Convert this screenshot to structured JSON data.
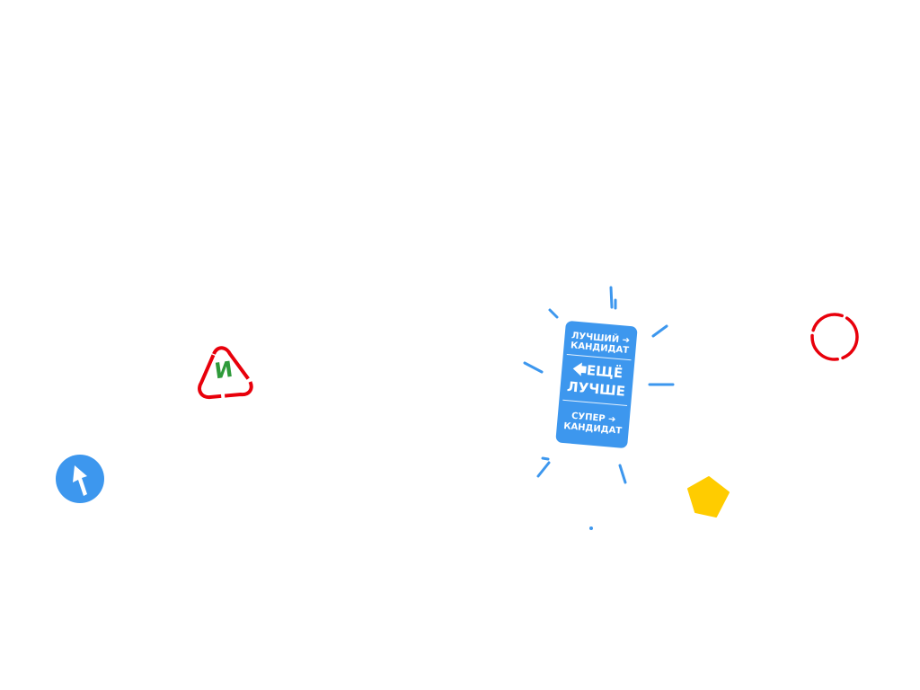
{
  "triangle_badge": {
    "letter": "И",
    "outline_color": "#e8000b",
    "letter_color": "#2e9a3a"
  },
  "cursor_button": {
    "icon": "pointer-arrow-icon",
    "color": "#3d97ee"
  },
  "ring": {
    "icon": "dashed-ring-icon",
    "color": "#e8000b"
  },
  "diamond": {
    "icon": "diamond-shape",
    "color": "#ffcc00"
  },
  "sign": {
    "color": "#3d97ee",
    "top_line1": "ЛУЧШИЙ ➔",
    "top_line2": "КАНДИДАТ",
    "middle_line1": "🡄ЕЩЁ",
    "middle_line2": "ЛУЧШЕ",
    "bottom_line1": "СУПЕР ➔",
    "bottom_line2": "КАНДИДАТ"
  }
}
